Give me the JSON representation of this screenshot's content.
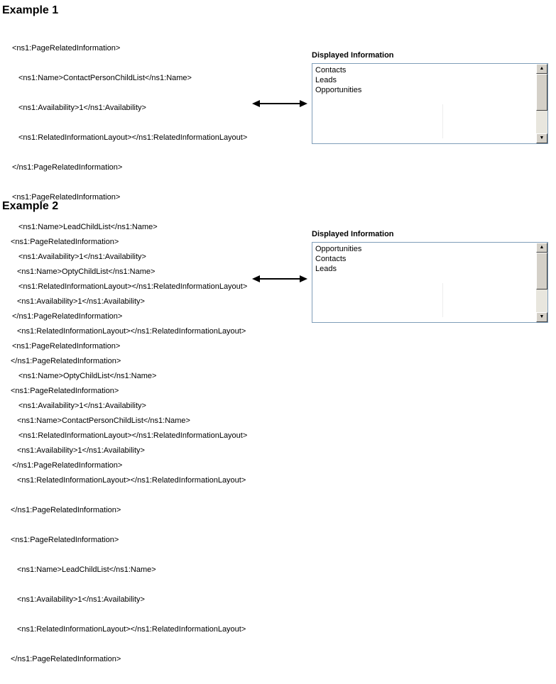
{
  "examples": [
    {
      "title": "Example 1",
      "code_lines": [
        "<ns1:PageRelatedInformation>",
        "<ns1:Name>ContactPersonChildList</ns1:Name>",
        "<ns1:Availability>1</ns1:Availability>",
        "<ns1:RelatedInformationLayout></ns1:RelatedInformationLayout>",
        "</ns1:PageRelatedInformation>",
        "<ns1:PageRelatedInformation>",
        "<ns1:Name>LeadChildList</ns1:Name>",
        "<ns1:Availability>1</ns1:Availability>",
        "<ns1:RelatedInformationLayout></ns1:RelatedInformationLayout>",
        "</ns1:PageRelatedInformation>",
        "<ns1:PageRelatedInformation>",
        "<ns1:Name>OptyChildList</ns1:Name>",
        "<ns1:Availability>1</ns1:Availability>",
        "<ns1:RelatedInformationLayout></ns1:RelatedInformationLayout>",
        "</ns1:PageRelatedInformation>"
      ],
      "panel_title": "Displayed Information",
      "items": [
        "Contacts",
        "Leads",
        "Opportunities"
      ]
    },
    {
      "title": "Example 2",
      "code_lines": [
        "<ns1:PageRelatedInformation>",
        "<ns1:Name>OptyChildList</ns1:Name>",
        "<ns1:Availability>1</ns1:Availability>",
        "<ns1:RelatedInformationLayout></ns1:RelatedInformationLayout>",
        "</ns1:PageRelatedInformation>",
        "<ns1:PageRelatedInformation>",
        "<ns1:Name>ContactPersonChildList</ns1:Name>",
        "<ns1:Availability>1</ns1:Availability>",
        "<ns1:RelatedInformationLayout></ns1:RelatedInformationLayout>",
        "</ns1:PageRelatedInformation>",
        "<ns1:PageRelatedInformation>",
        "<ns1:Name>LeadChildList</ns1:Name>",
        "<ns1:Availability>1</ns1:Availability>",
        "<ns1:RelatedInformationLayout></ns1:RelatedInformationLayout>",
        "</ns1:PageRelatedInformation>"
      ],
      "panel_title": "Displayed Information",
      "items": [
        "Opportunities",
        "Contacts",
        "Leads"
      ]
    }
  ],
  "icons": {
    "arrow": "double-headed-arrow-icon",
    "scroll_up": "scroll-up-arrow-icon",
    "scroll_down": "scroll-down-arrow-icon"
  },
  "colors": {
    "listbox_border": "#7f9db9",
    "scrollbar_face": "#d4d0c8"
  }
}
